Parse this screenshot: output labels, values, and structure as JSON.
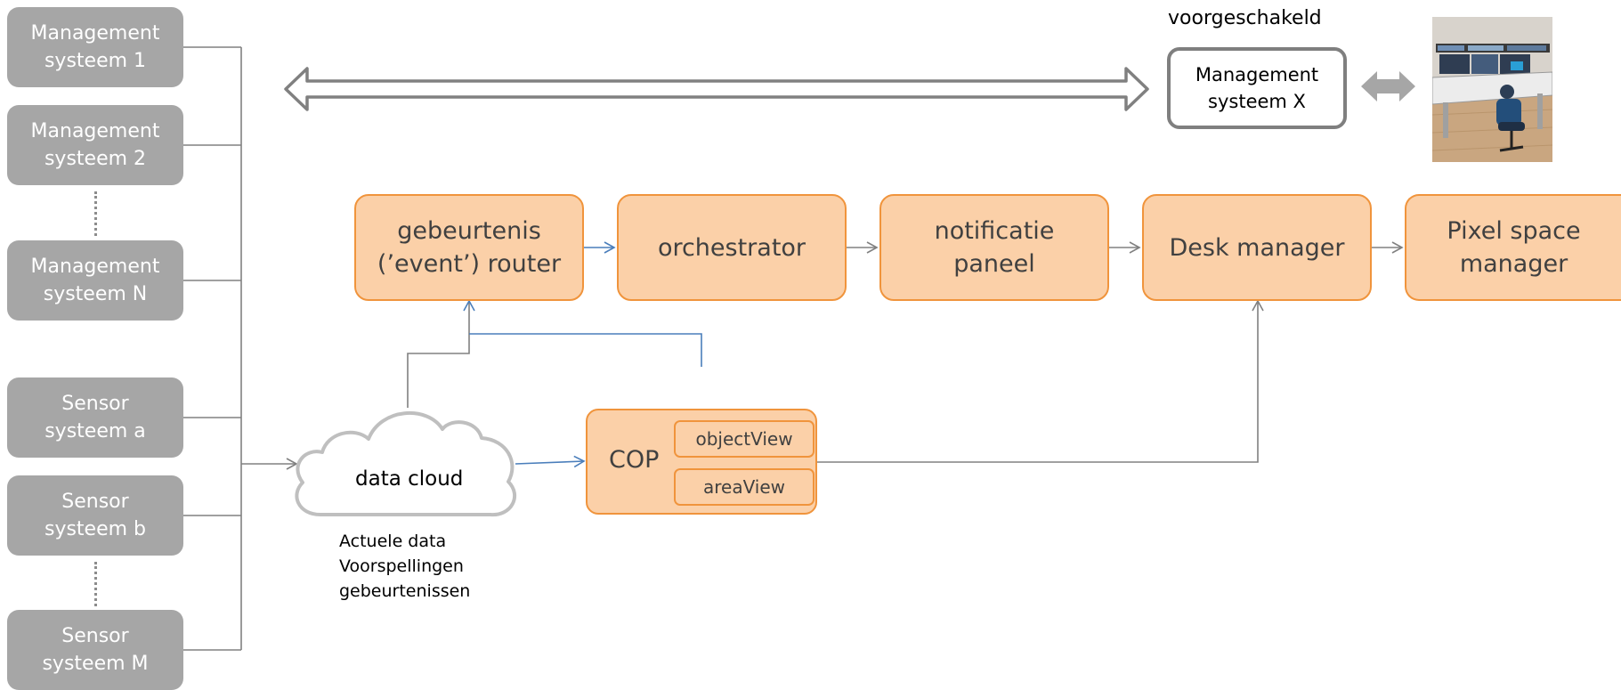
{
  "sources": {
    "management": [
      {
        "line1": "Management",
        "line2": "systeem 1"
      },
      {
        "line1": "Management",
        "line2": "systeem 2"
      },
      {
        "line1": "Management",
        "line2": "systeem N"
      }
    ],
    "sensors": [
      {
        "line1": "Sensor",
        "line2": "systeem a"
      },
      {
        "line1": "Sensor",
        "line2": "systeem b"
      },
      {
        "line1": "Sensor",
        "line2": "systeem M"
      }
    ]
  },
  "pipeline": [
    {
      "line1": "gebeurtenis",
      "line2": "(’event’)  router"
    },
    {
      "line1": "orchestrator",
      "line2": ""
    },
    {
      "line1": "notificatie",
      "line2": "paneel"
    },
    {
      "line1": "Desk manager",
      "line2": ""
    },
    {
      "line1": "Pixel space",
      "line2": "manager"
    }
  ],
  "cloud": {
    "label": "data cloud",
    "notes": [
      "Actuele data",
      "Voorspellingen",
      "gebeurtenissen"
    ]
  },
  "cop": {
    "label": "COP",
    "views": [
      "objectView",
      "areaView"
    ]
  },
  "external": {
    "caption": "voorgeschakeld",
    "line1": "Management",
    "line2": "systeem X"
  },
  "colors": {
    "source_fill": "#a6a6a6",
    "process_fill": "#fbd0a8",
    "process_border": "#f0943c",
    "connector_gray": "#808080",
    "connector_blue": "#4a7ebb"
  }
}
